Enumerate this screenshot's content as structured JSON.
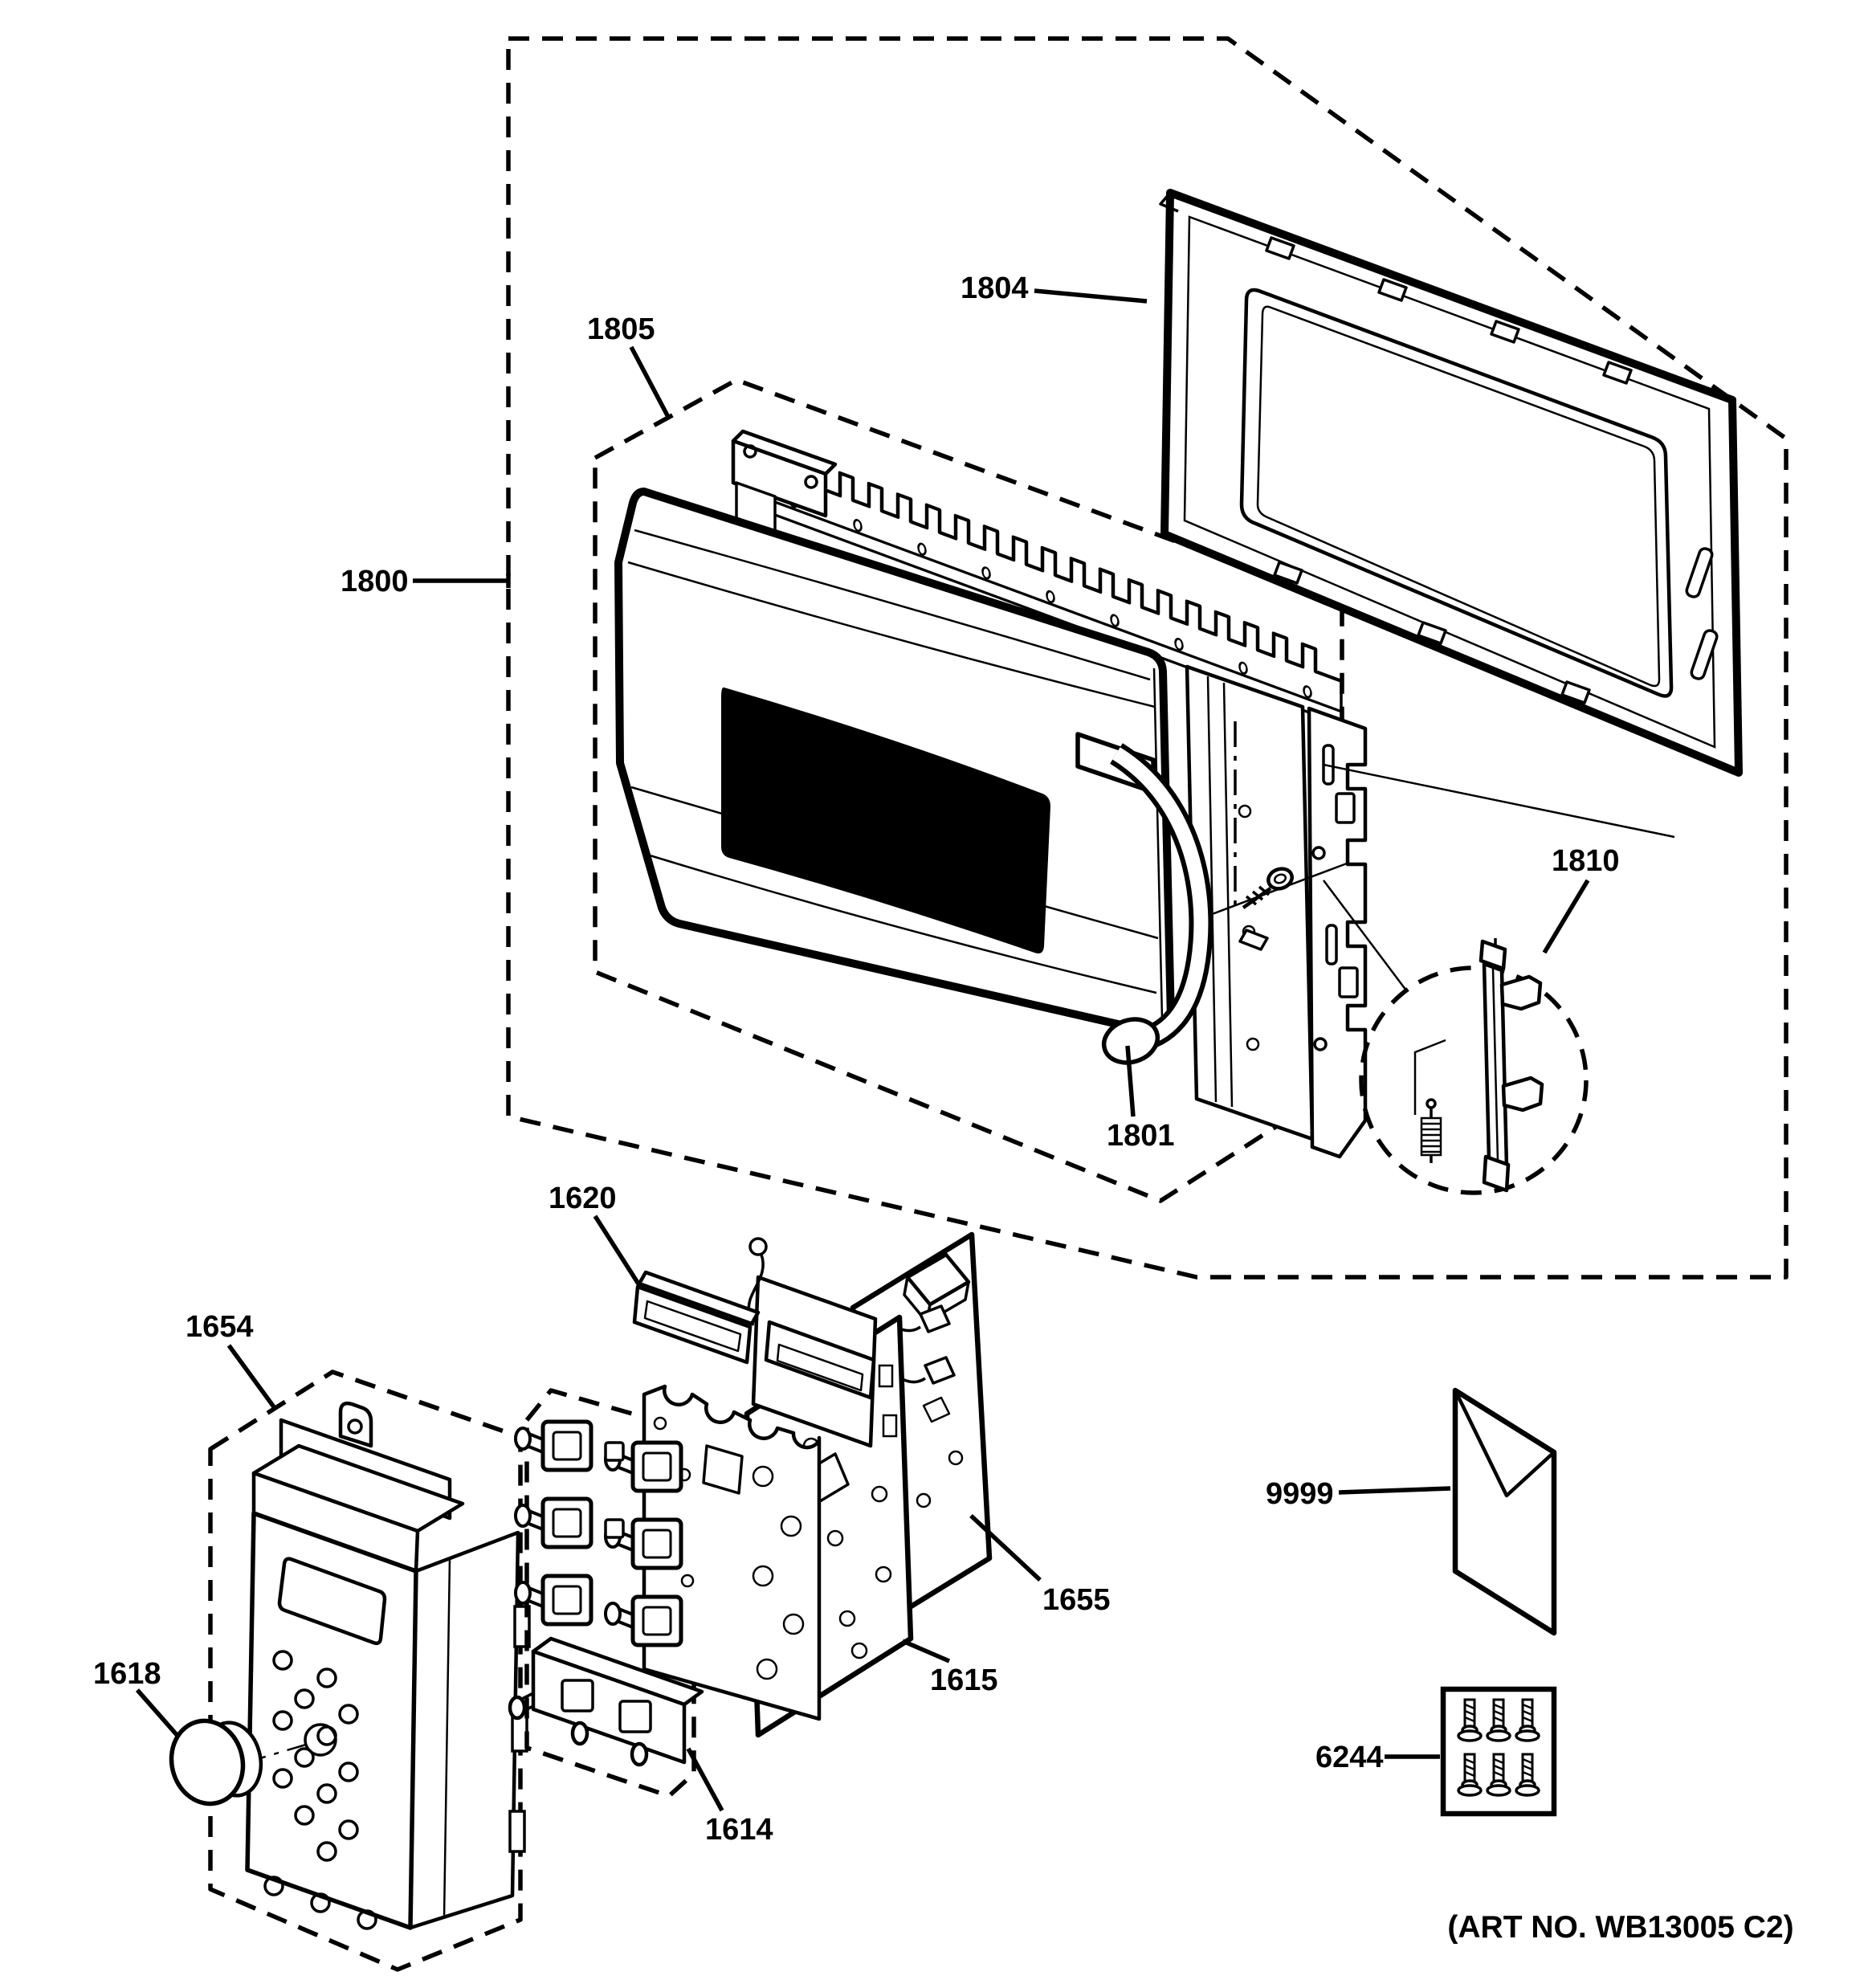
{
  "page": {
    "background": "#ffffff",
    "ink": "#000000"
  },
  "diagram": {
    "type": "exploded-parts-diagram",
    "art_no": "(ART NO. WB13005 C2)",
    "labels": {
      "p1800": "1800",
      "p1801": "1801",
      "p1804": "1804",
      "p1805": "1805",
      "p1810": "1810",
      "p1614": "1614",
      "p1615": "1615",
      "p1618": "1618",
      "p1620": "1620",
      "p1654": "1654",
      "p1655": "1655",
      "p9999": "9999",
      "p6244": "6244"
    }
  }
}
